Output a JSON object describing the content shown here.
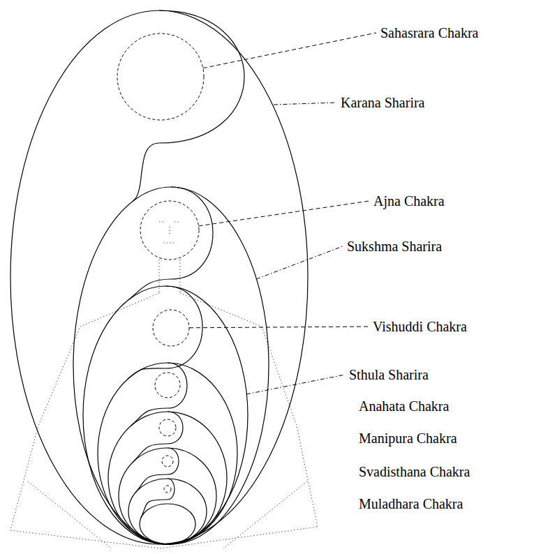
{
  "diagram": {
    "labels": [
      "Sahasrara Chakra",
      "Karana Sharira",
      "Ajna Chakra",
      "Sukshma Sharira",
      "Vishuddi Chakra",
      "Sthula Sharira",
      "Anahata Chakra",
      "Manipura Chakra",
      "Svadisthana Chakra",
      "Muladhara Chakra"
    ]
  }
}
